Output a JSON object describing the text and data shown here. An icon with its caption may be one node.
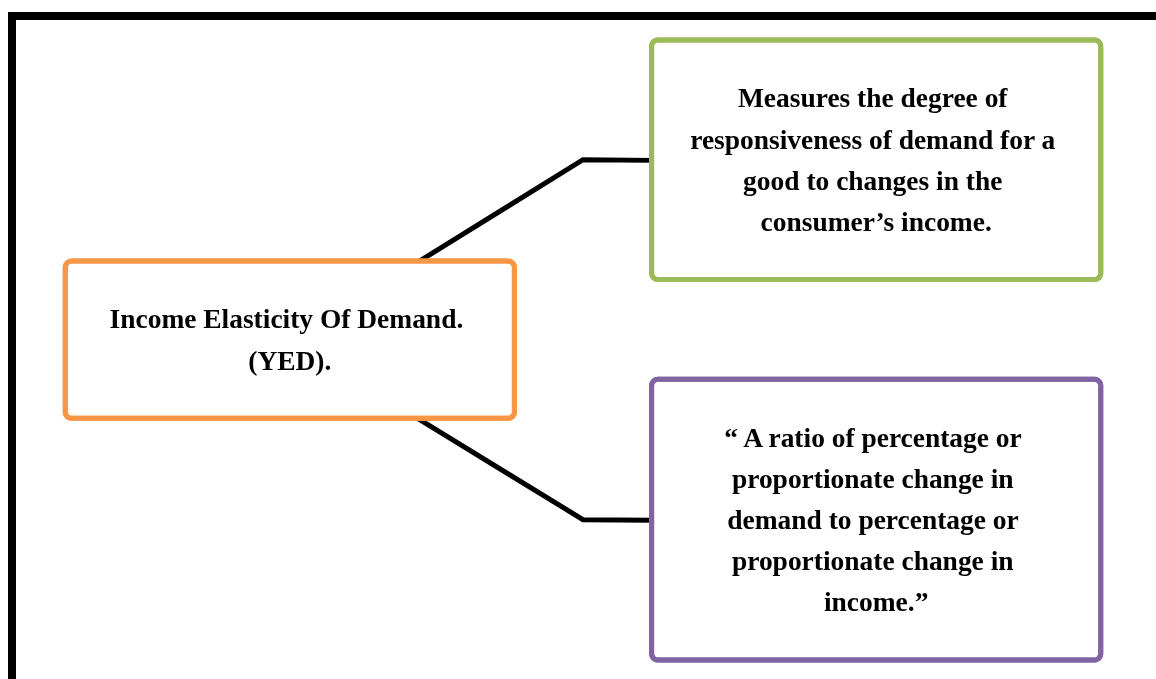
{
  "diagram": {
    "nodes": [
      {
        "text": [
          "Income Elasticity Of Demand. (YED)."
        ]
      },
      {
        "text": [
          "Measures the degree of responsiveness of demand for a good to changes in the consumer’s income."
        ]
      },
      {
        "text": [
          "“ A ratio of percentage or proportionate change in demand to percentage or proportionate change in income.”"
        ]
      }
    ],
    "edges": [
      {
        "from": 0,
        "to": 1,
        "arrow": "none"
      },
      {
        "from": 0,
        "to": 2,
        "arrow": "none"
      }
    ]
  }
}
